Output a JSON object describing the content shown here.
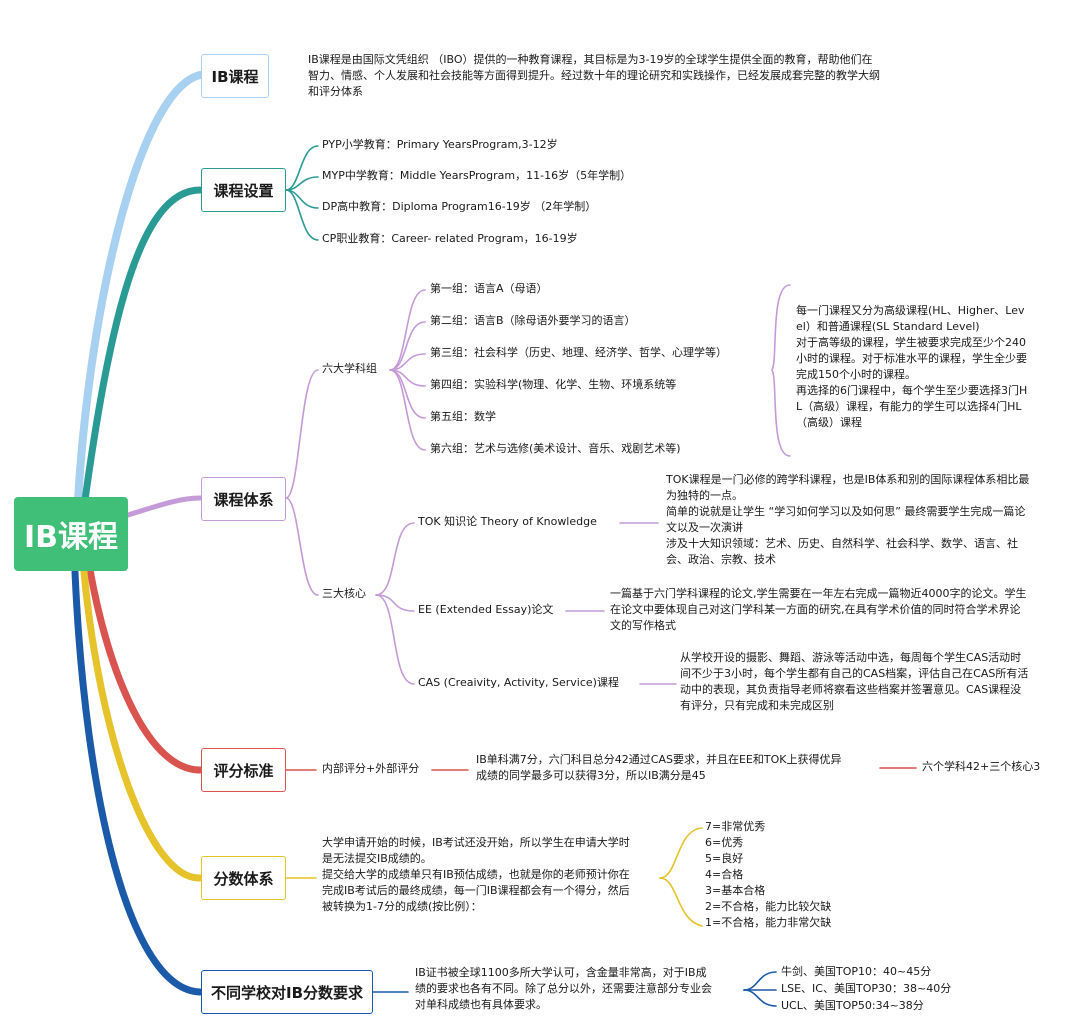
{
  "root": "IB课程",
  "colors": {
    "ib": "#a8d0f0",
    "setup": "#2a9a95",
    "system": "#c49bd8",
    "grading": "#d9534f",
    "score": "#e6c32a",
    "requirement": "#1a5aa8",
    "root_bg": "#3fbf78"
  },
  "branches": {
    "ib": {
      "label": "IB课程",
      "text": "IB课程是由国际文凭组织 （IBO）提供的一种教育课程，其目标是为3-19岁的全球学生提供全面的教育，帮助他们在\n智力、情感、个人发展和社会技能等方面得到提升。经过数十年的理论研究和实践操作，已经发展成套完整的教学大纲\n和评分体系"
    },
    "setup": {
      "label": "课程设置",
      "items": [
        "PYP小学教育：Primary YearsProgram,3-12岁",
        "MYP中学教育：Middle YearsProgram，11-16岁（5年学制）",
        "DP高中教育：Diploma Program16-19岁 （2年学制）",
        "CP职业教育：Career- related Program，16-19岁"
      ]
    },
    "system": {
      "label": "课程体系",
      "six_groups": {
        "label": "六大学科组",
        "items": [
          "第一组：语言A（母语）",
          "第二组：语言B（除母语外要学习的语言）",
          "第三组：社会科学（历史、地理、经济学、哲学、心理学等）",
          "第四组：实验科学(物理、化学、生物、环境系统等",
          "第五组：数学",
          "第六组：艺术与选修(美术设计、音乐、戏剧艺术等)"
        ],
        "note": "每一门课程又分为高级课程(HL、Higher、Lev\nel）和普通课程(SL Standard Level)\n对于高等级的课程，学生被要求完成至少个240\n小时的课程。对于标准水平的课程，学生全少要\n完成150个小时的课程。\n再选择的6门课程中，每个学生至少要选择3门H\nL（高级）课程，有能力的学生可以选择4门HL\n（高级）课程"
      },
      "three_cores": {
        "label": "三大核心",
        "tok": {
          "label": "TOK  知识论 Theory of Knowledge",
          "text": "TOK课程是一门必修的跨学科课程，也是IB体系和别的国际课程体系相比最\n为独特的一点。\n简单的说就是让学生 “学习如何学习以及如何思” 最终需要学生完成一篇论\n文以及一次演讲\n涉及十大知识领域：艺术、历史、自然科学、社会科学、数学、语言、社\n会、政治、宗教、技术"
        },
        "ee": {
          "label": "EE (Extended Essay)论文",
          "text": "一篇基于六门学科课程的论文,学生需要在一年左右完成一篇物近4000字的论文。学生\n在论文中要体现自己对这门学科某一方面的研究,在具有学术价值的同时符合学术界论\n文的写作格式"
        },
        "cas": {
          "label": "CAS (Creaivity, Activity, Service)课程",
          "text": "从学校开设的摄影、舞蹈、游泳等活动中选，每周每个学生CAS活动时\n间不少于3小时，每个学生都有自己的CAS档案，评估自己在CAS所有活\n动中的表现，其负责指导老师将察看这些档案并签署意见。CAS课程没\n有评分，只有完成和未完成区别"
        }
      }
    },
    "grading": {
      "label": "评分标准",
      "sub": "内部评分+外部评分",
      "text": "IB单科满7分，六门科目总分42通过CAS要求，并且在EE和TOK上获得优异\n成绩的同学最多可以获得3分，所以IB满分是45",
      "end": "六个学科42+三个核心3"
    },
    "score": {
      "label": "分数体系",
      "text": "大学申请开始的时候，IB考试还没开始，所以学生在申请大学时\n是无法提交IB成绩的。\n提交给大学的成绩单只有IB预估成绩，也就是你的老师预计你在\n完成IB考试后的最终成绩，每一门IB课程都会有一个得分，然后\n被转换为1-7分的成绩(按比例）：",
      "scale": [
        "7=非常优秀",
        "6=优秀",
        "5=良好",
        "4=合格",
        "3=基本合格",
        "2=不合格，能力比较欠缺",
        "1=不合格，能力非常欠缺"
      ]
    },
    "requirement": {
      "label": "不同学校对IB分数要求",
      "text": "IB证书被全球1100多所大学认可，含金量非常高，对于IB成\n绩的要求也各有不同。除了总分以外，还需要注意部分专业会\n对单科成绩也有具体要求。",
      "items": [
        "牛剑、美国TOP10：40~45分",
        "LSE、IC、美国TOP30：38~40分",
        "UCL、美国TOP50:34~38分"
      ]
    }
  }
}
